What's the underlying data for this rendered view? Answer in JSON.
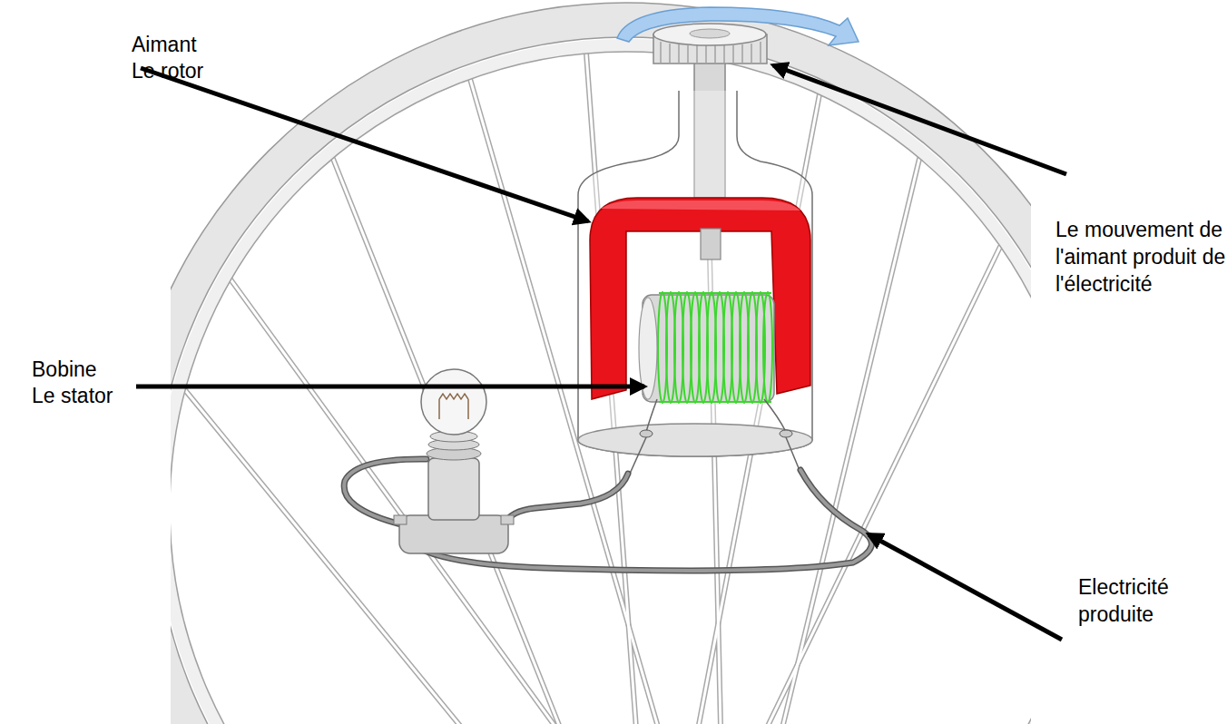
{
  "diagram": {
    "labels": [
      "Aimant",
      "Le rotor",
      "Bobine",
      "Le stator",
      "Le mouvement de l'aimant produit de l'électricité",
      "Electricité produite"
    ]
  }
}
